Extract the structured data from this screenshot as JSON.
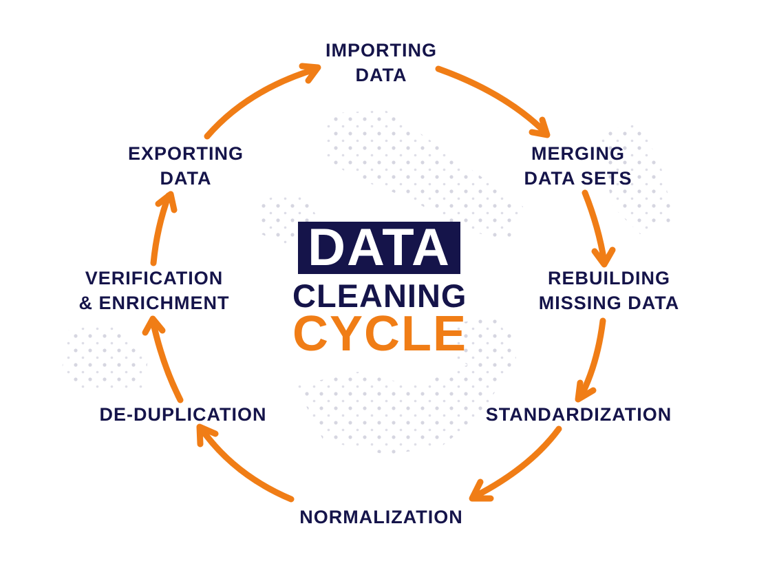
{
  "title": {
    "line1": "DATA",
    "line2": "CLEANING",
    "line3": "CYCLE"
  },
  "colors": {
    "navy": "#15144a",
    "orange": "#f07d16",
    "dots": "#c9c9d8",
    "background": "#ffffff"
  },
  "steps": [
    {
      "line1": "IMPORTING",
      "line2": "DATA"
    },
    {
      "line1": "MERGING",
      "line2": "DATA SETS"
    },
    {
      "line1": "REBUILDING",
      "line2": "MISSING DATA"
    },
    {
      "line1": "STANDARDIZATION",
      "line2": ""
    },
    {
      "line1": "NORMALIZATION",
      "line2": ""
    },
    {
      "line1": "DE-DUPLICATION",
      "line2": ""
    },
    {
      "line1": "VERIFICATION",
      "line2": "& ENRICHMENT"
    },
    {
      "line1": "EXPORTING",
      "line2": "DATA"
    }
  ],
  "arrows": {
    "icon": "curved-arrow-icon",
    "count": 8,
    "direction": "clockwise"
  }
}
